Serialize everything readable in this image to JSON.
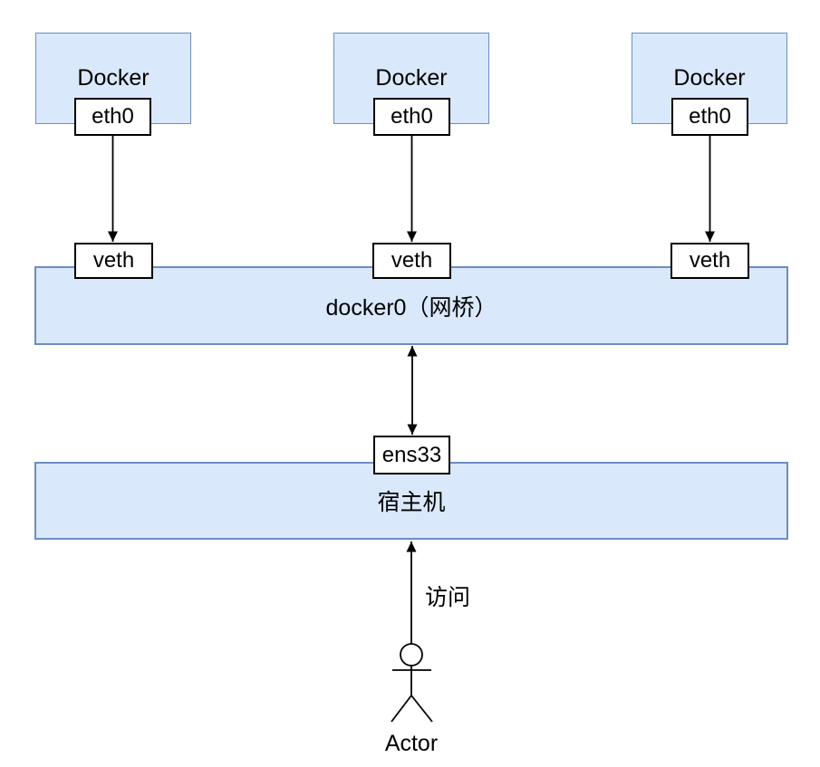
{
  "colors": {
    "node_fill": "#dae8fc",
    "node_border": "#6c8ebf",
    "box_fill": "#ffffff",
    "box_border": "#000000",
    "line": "#000000",
    "text": "#000000",
    "background": "#ffffff"
  },
  "containers": [
    {
      "label": "Docker",
      "interface_label": "eth0",
      "veth_label": "veth"
    },
    {
      "label": "Docker",
      "interface_label": "eth0",
      "veth_label": "veth"
    },
    {
      "label": "Docker",
      "interface_label": "eth0",
      "veth_label": "veth"
    }
  ],
  "bridge": {
    "label": "docker0（网桥）"
  },
  "host": {
    "label": "宿主机",
    "interface_label": "ens33"
  },
  "edges": {
    "access_label": "访问"
  },
  "actor": {
    "label": "Actor"
  }
}
